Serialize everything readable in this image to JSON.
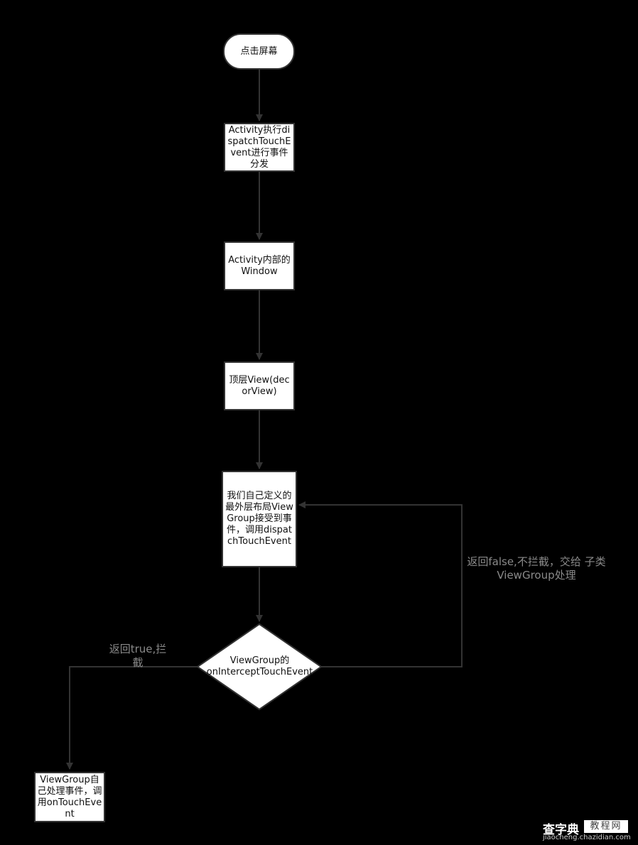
{
  "nodes": {
    "start": "点击屏幕",
    "activity_dispatch": "Activity执行dispatchTouchEvent进行事件分发",
    "activity_window": "Activity内部的Window",
    "decor_view": "顶层View(decorView)",
    "outer_viewgroup": "我们自己定义的最外层布局ViewGroup接受到事件，调用dispatchTouchEvent",
    "intercept_decision": "ViewGroup的onInterceptTouchEvent",
    "self_handle": "ViewGroup自己处理事件，调用onTouchEvent"
  },
  "edge_labels": {
    "false_branch": "返回false,不拦截，交给 子类ViewGroup处理",
    "true_branch": "返回true,拦截"
  },
  "watermark": {
    "logo": "查字典",
    "subtitle": "教程网",
    "url": "jiaocheng.chazidian.com"
  }
}
